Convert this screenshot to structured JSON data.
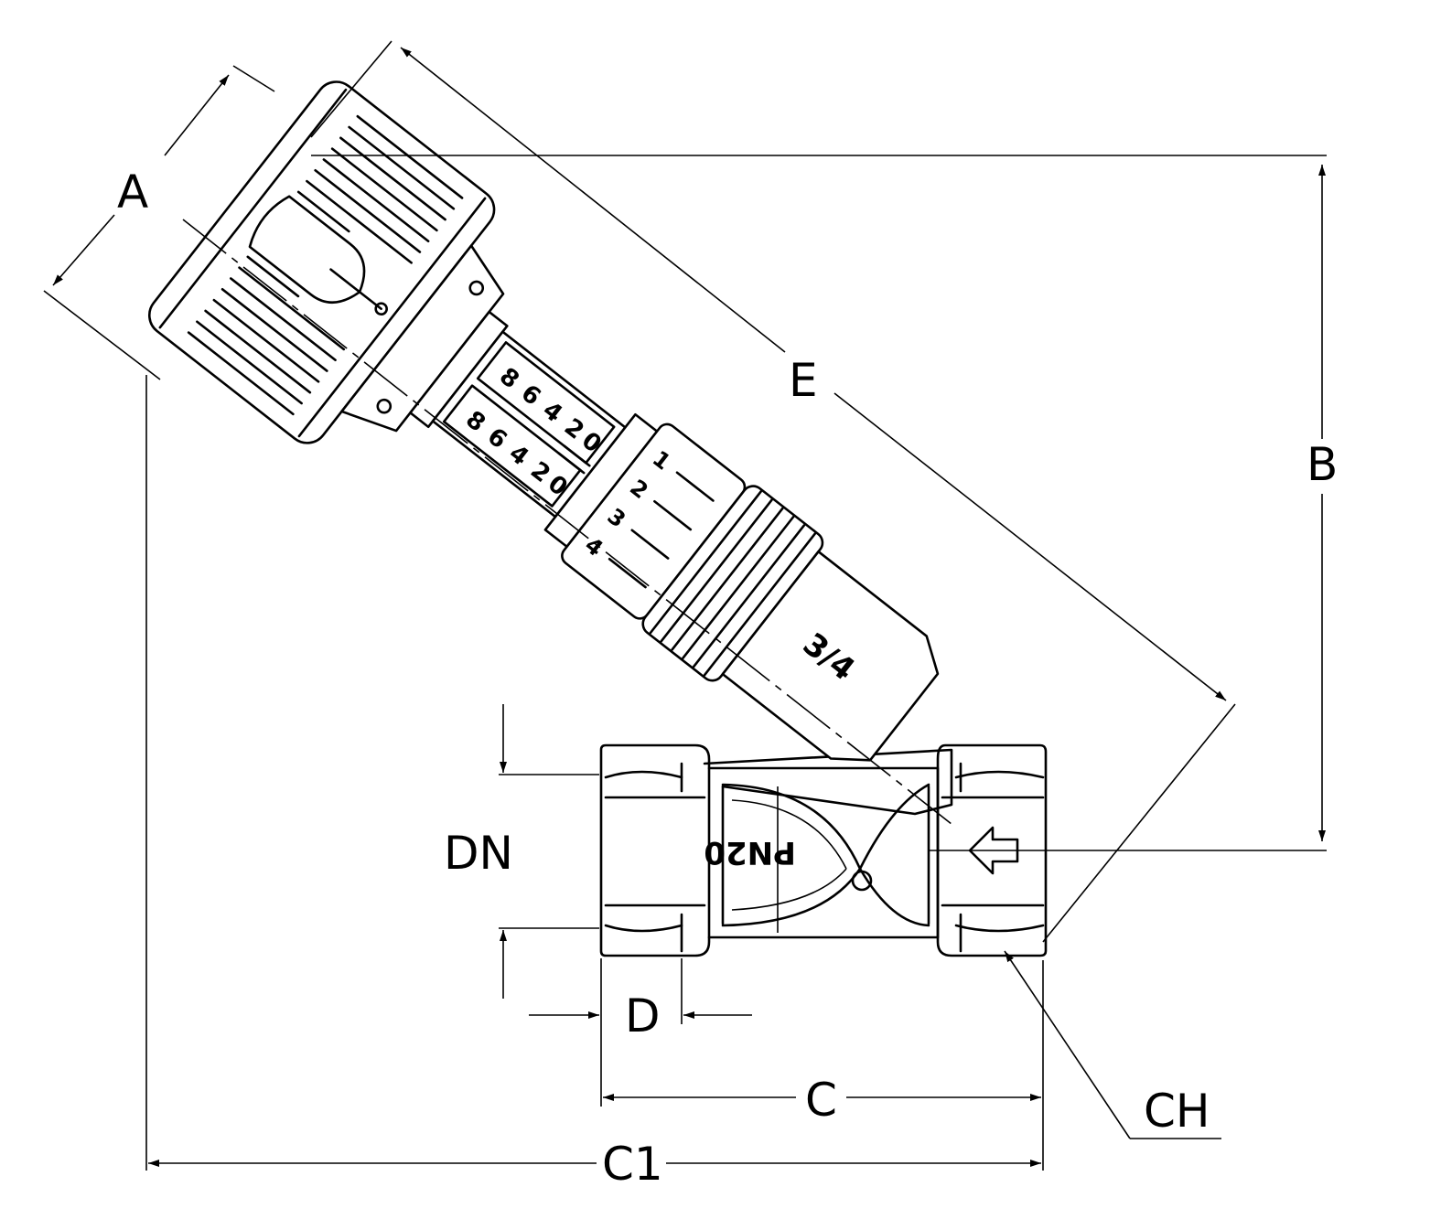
{
  "dimensions": {
    "a": "A",
    "b": "B",
    "c": "C",
    "c1": "C1",
    "d": "D",
    "dn": "DN",
    "e": "E",
    "ch": "CH"
  },
  "markings": {
    "pressure": "PN20",
    "size": "3/4"
  },
  "scales": {
    "left": [
      "8",
      "6",
      "4",
      "2",
      "0"
    ],
    "right": [
      "8",
      "6",
      "4",
      "2",
      "0"
    ],
    "ring": [
      "4",
      "3",
      "2",
      "1"
    ]
  }
}
